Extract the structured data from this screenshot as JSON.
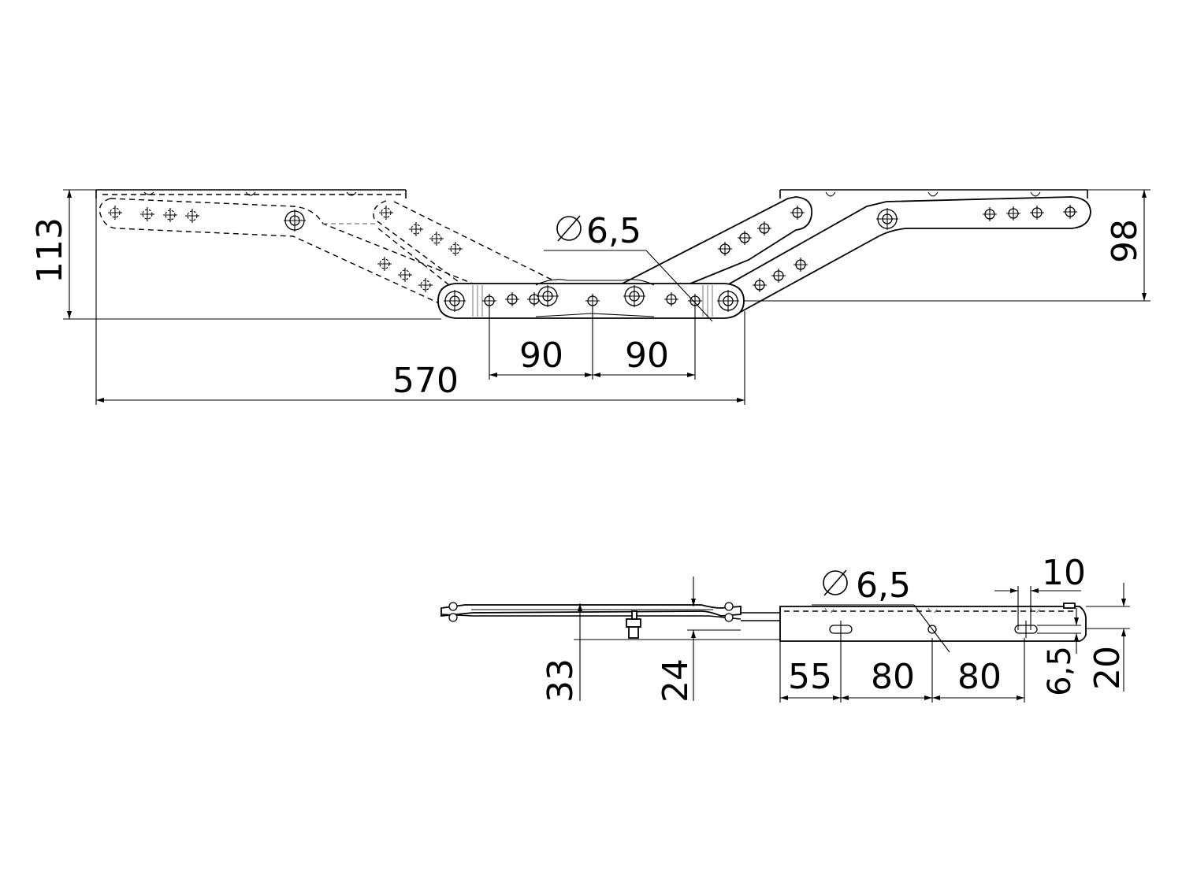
{
  "top_view": {
    "height_left": "113",
    "height_right": "98",
    "hole_diameter": "6,5",
    "spacing_left": "90",
    "spacing_right": "90",
    "overall_width": "570"
  },
  "side_view": {
    "hole_diameter": "6,5",
    "height_33": "33",
    "height_24": "24",
    "offset_55": "55",
    "pitch_80_a": "80",
    "pitch_80_b": "80",
    "slot_width": "10",
    "slot_height": "6,5",
    "plate_height": "20"
  }
}
